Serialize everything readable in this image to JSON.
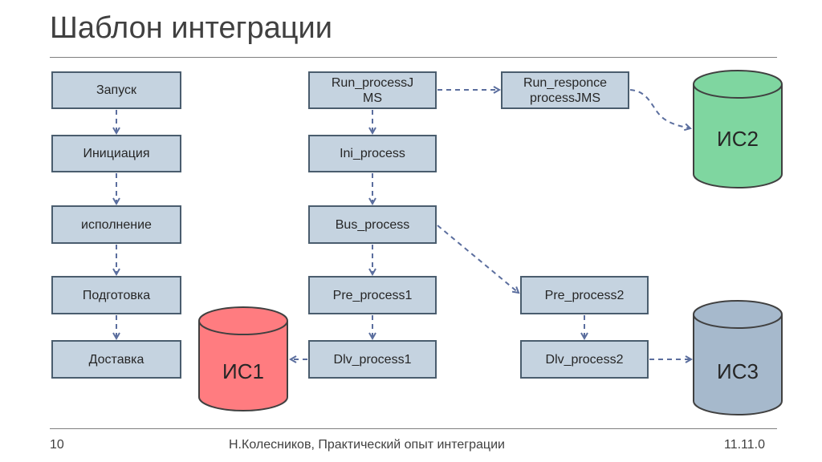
{
  "slide": {
    "title": "Шаблон интеграции"
  },
  "left_column": [
    "Запуск",
    "Инициация",
    "исполнение",
    "Подготовка",
    "Доставка"
  ],
  "processes": {
    "run_process_jms": "Run_processJ\nMS",
    "run_responce": "Run_responce\nprocessJMS",
    "ini_process": "Ini_process",
    "bus_process": "Bus_process",
    "pre_process1": "Pre_process1",
    "dlv_process1": "Dlv_process1",
    "pre_process2": "Pre_process2",
    "dlv_process2": "Dlv_process2"
  },
  "databases": {
    "is1": {
      "label": "ИС1",
      "color": "#ff7c80"
    },
    "is2": {
      "label": "ИС2",
      "color": "#7fd6a0"
    },
    "is3": {
      "label": "ИС3",
      "color": "#a6b9cc"
    }
  },
  "colors": {
    "box_fill": "#c5d3e0",
    "box_border": "#4a5d6e",
    "arrow": "#5b6e9e"
  },
  "footer": {
    "page_number": "10",
    "author_text": "Н.Колесников, Практический опыт интеграции",
    "date_text": "11.11.0"
  }
}
